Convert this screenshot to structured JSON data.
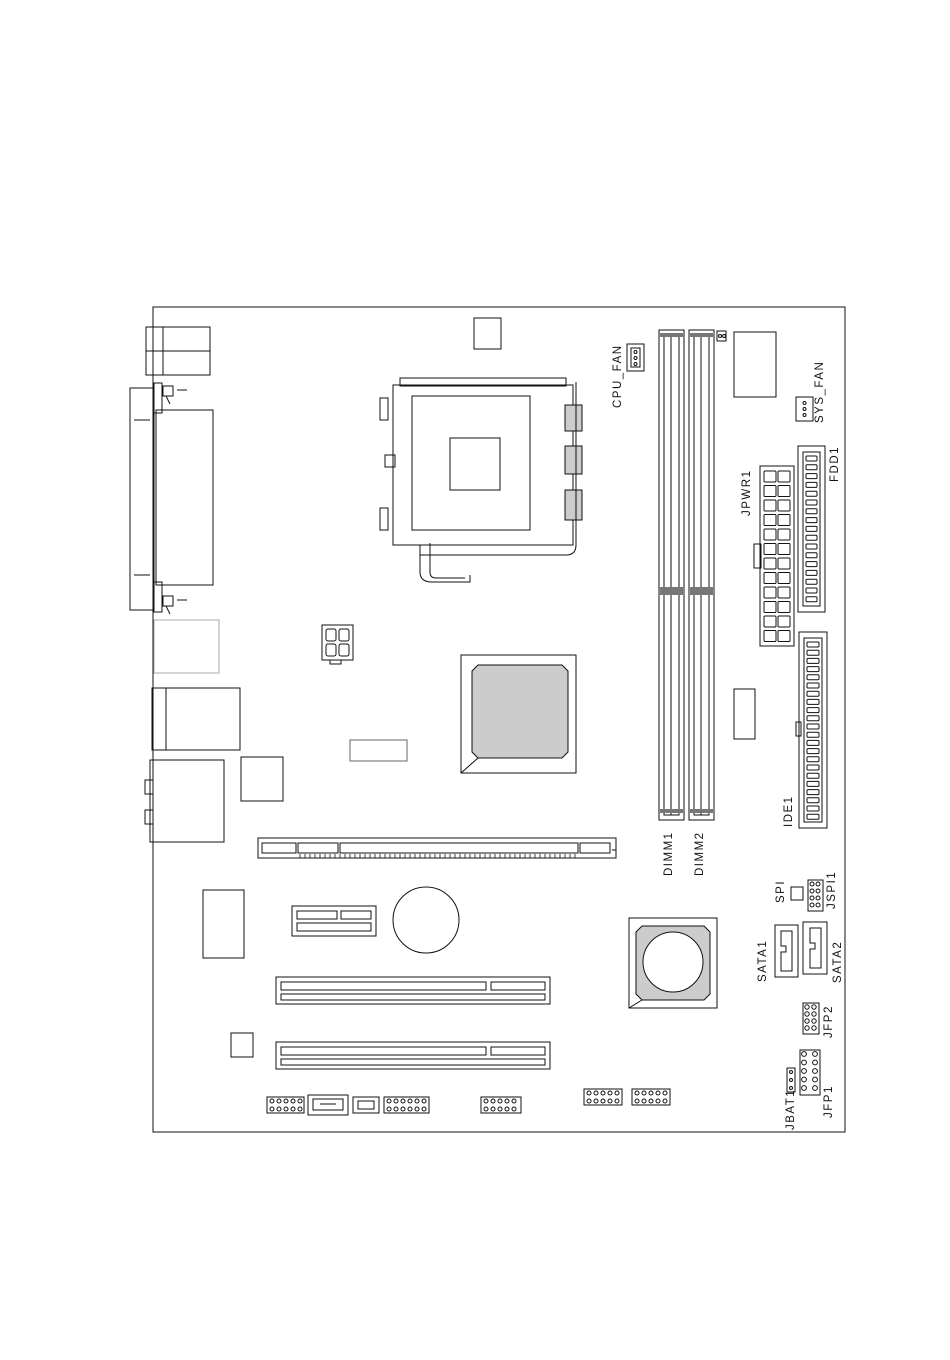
{
  "labels": {
    "cpu_fan": "CPU_FAN",
    "sys_fan": "SYS_FAN",
    "fdd1": "FDD1",
    "jpwr1": "JPWR1",
    "ide1": "IDE1",
    "dimm1": "DIMM1",
    "dimm2": "DIMM2",
    "spi": "SPI",
    "jspi1": "JSPI1",
    "sata1": "SATA1",
    "sata2": "SATA2",
    "jfp2": "JFP2",
    "jbat1": "JBAT1",
    "jfp1": "JFP1"
  }
}
